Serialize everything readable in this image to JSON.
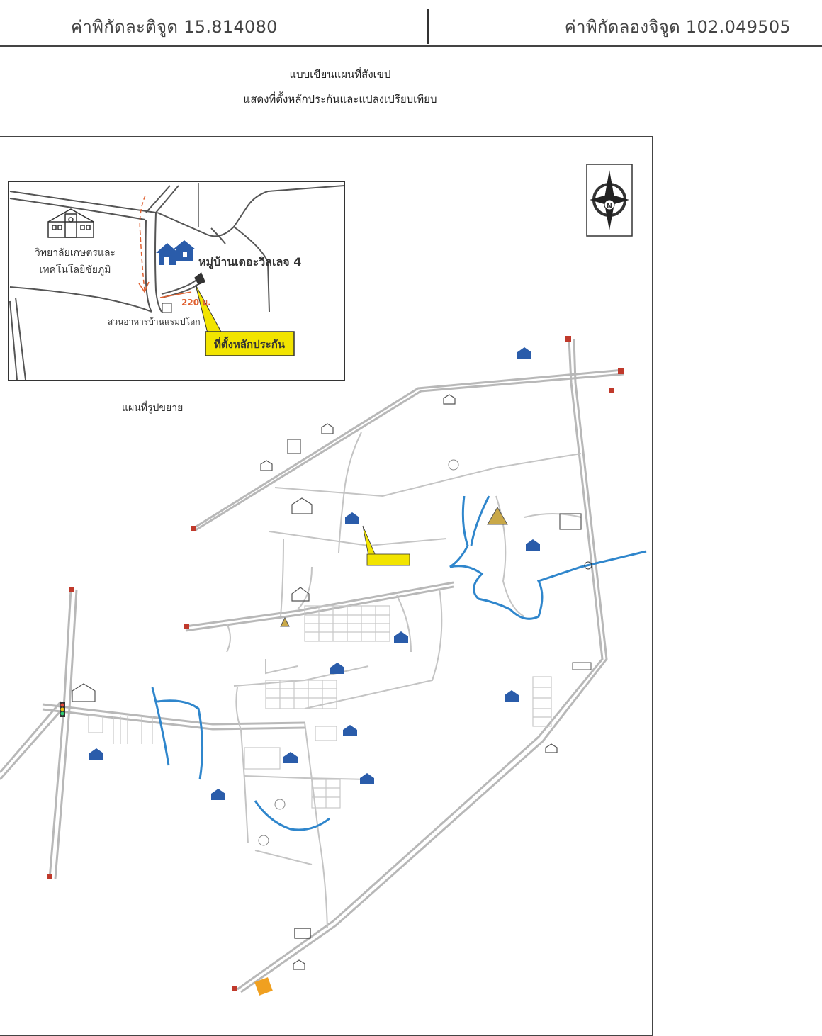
{
  "header": {
    "latitude": "ค่าพิกัดละติจูด 15.814080",
    "longitude": "ค่าพิกัดลองจิจูด 102.049505"
  },
  "title": {
    "line1": "แบบเขียนแผนที่สังเขป",
    "line2": "แสดงที่ตั้งหลักประกันและแปลงเปรียบเทียบ"
  },
  "inset": {
    "college": "วิทยาลัยเกษตรและ",
    "college2": "เทคโนโลยีชัยภูมิ",
    "village": "หมู่บ้านเดอะวิลเลจ 4",
    "distance": "220 ม.",
    "restaurant": "สวนอาหารบ้านแรมปโลก",
    "collateral": "ที่ตั้งหลักประกัน"
  },
  "enlarged_label": "แผนที่รูปขยาย",
  "compass": {
    "north": "N"
  },
  "colors": {
    "river": "#2f86cc",
    "road": "#b8b8b8",
    "house": "#2a5caa",
    "callout": "#f2e400",
    "site": "#f0a020",
    "dist": "#e06030"
  }
}
